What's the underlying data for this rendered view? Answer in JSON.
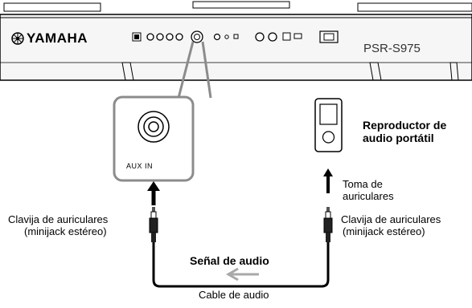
{
  "keyboard": {
    "brand": "YAMAHA",
    "model": "PSR-S975"
  },
  "aux_panel": {
    "label": "AUX IN"
  },
  "player": {
    "title_line1": "Reproductor de",
    "title_line2": "audio portátil",
    "jack_line1": "Toma de",
    "jack_line2": "auriculares"
  },
  "left_plug": {
    "line1": "Clavija de auriculares",
    "line2": "(minijack estéreo)"
  },
  "right_plug": {
    "line1": "Clavija de auriculares",
    "line2": "(minijack estéreo)"
  },
  "signal": {
    "label": "Señal de audio"
  },
  "cable": {
    "label": "Cable de audio"
  },
  "colors": {
    "line": "#000000",
    "panel_gray": "#8c8c8c",
    "arrow_gray": "#a8a8a8"
  }
}
